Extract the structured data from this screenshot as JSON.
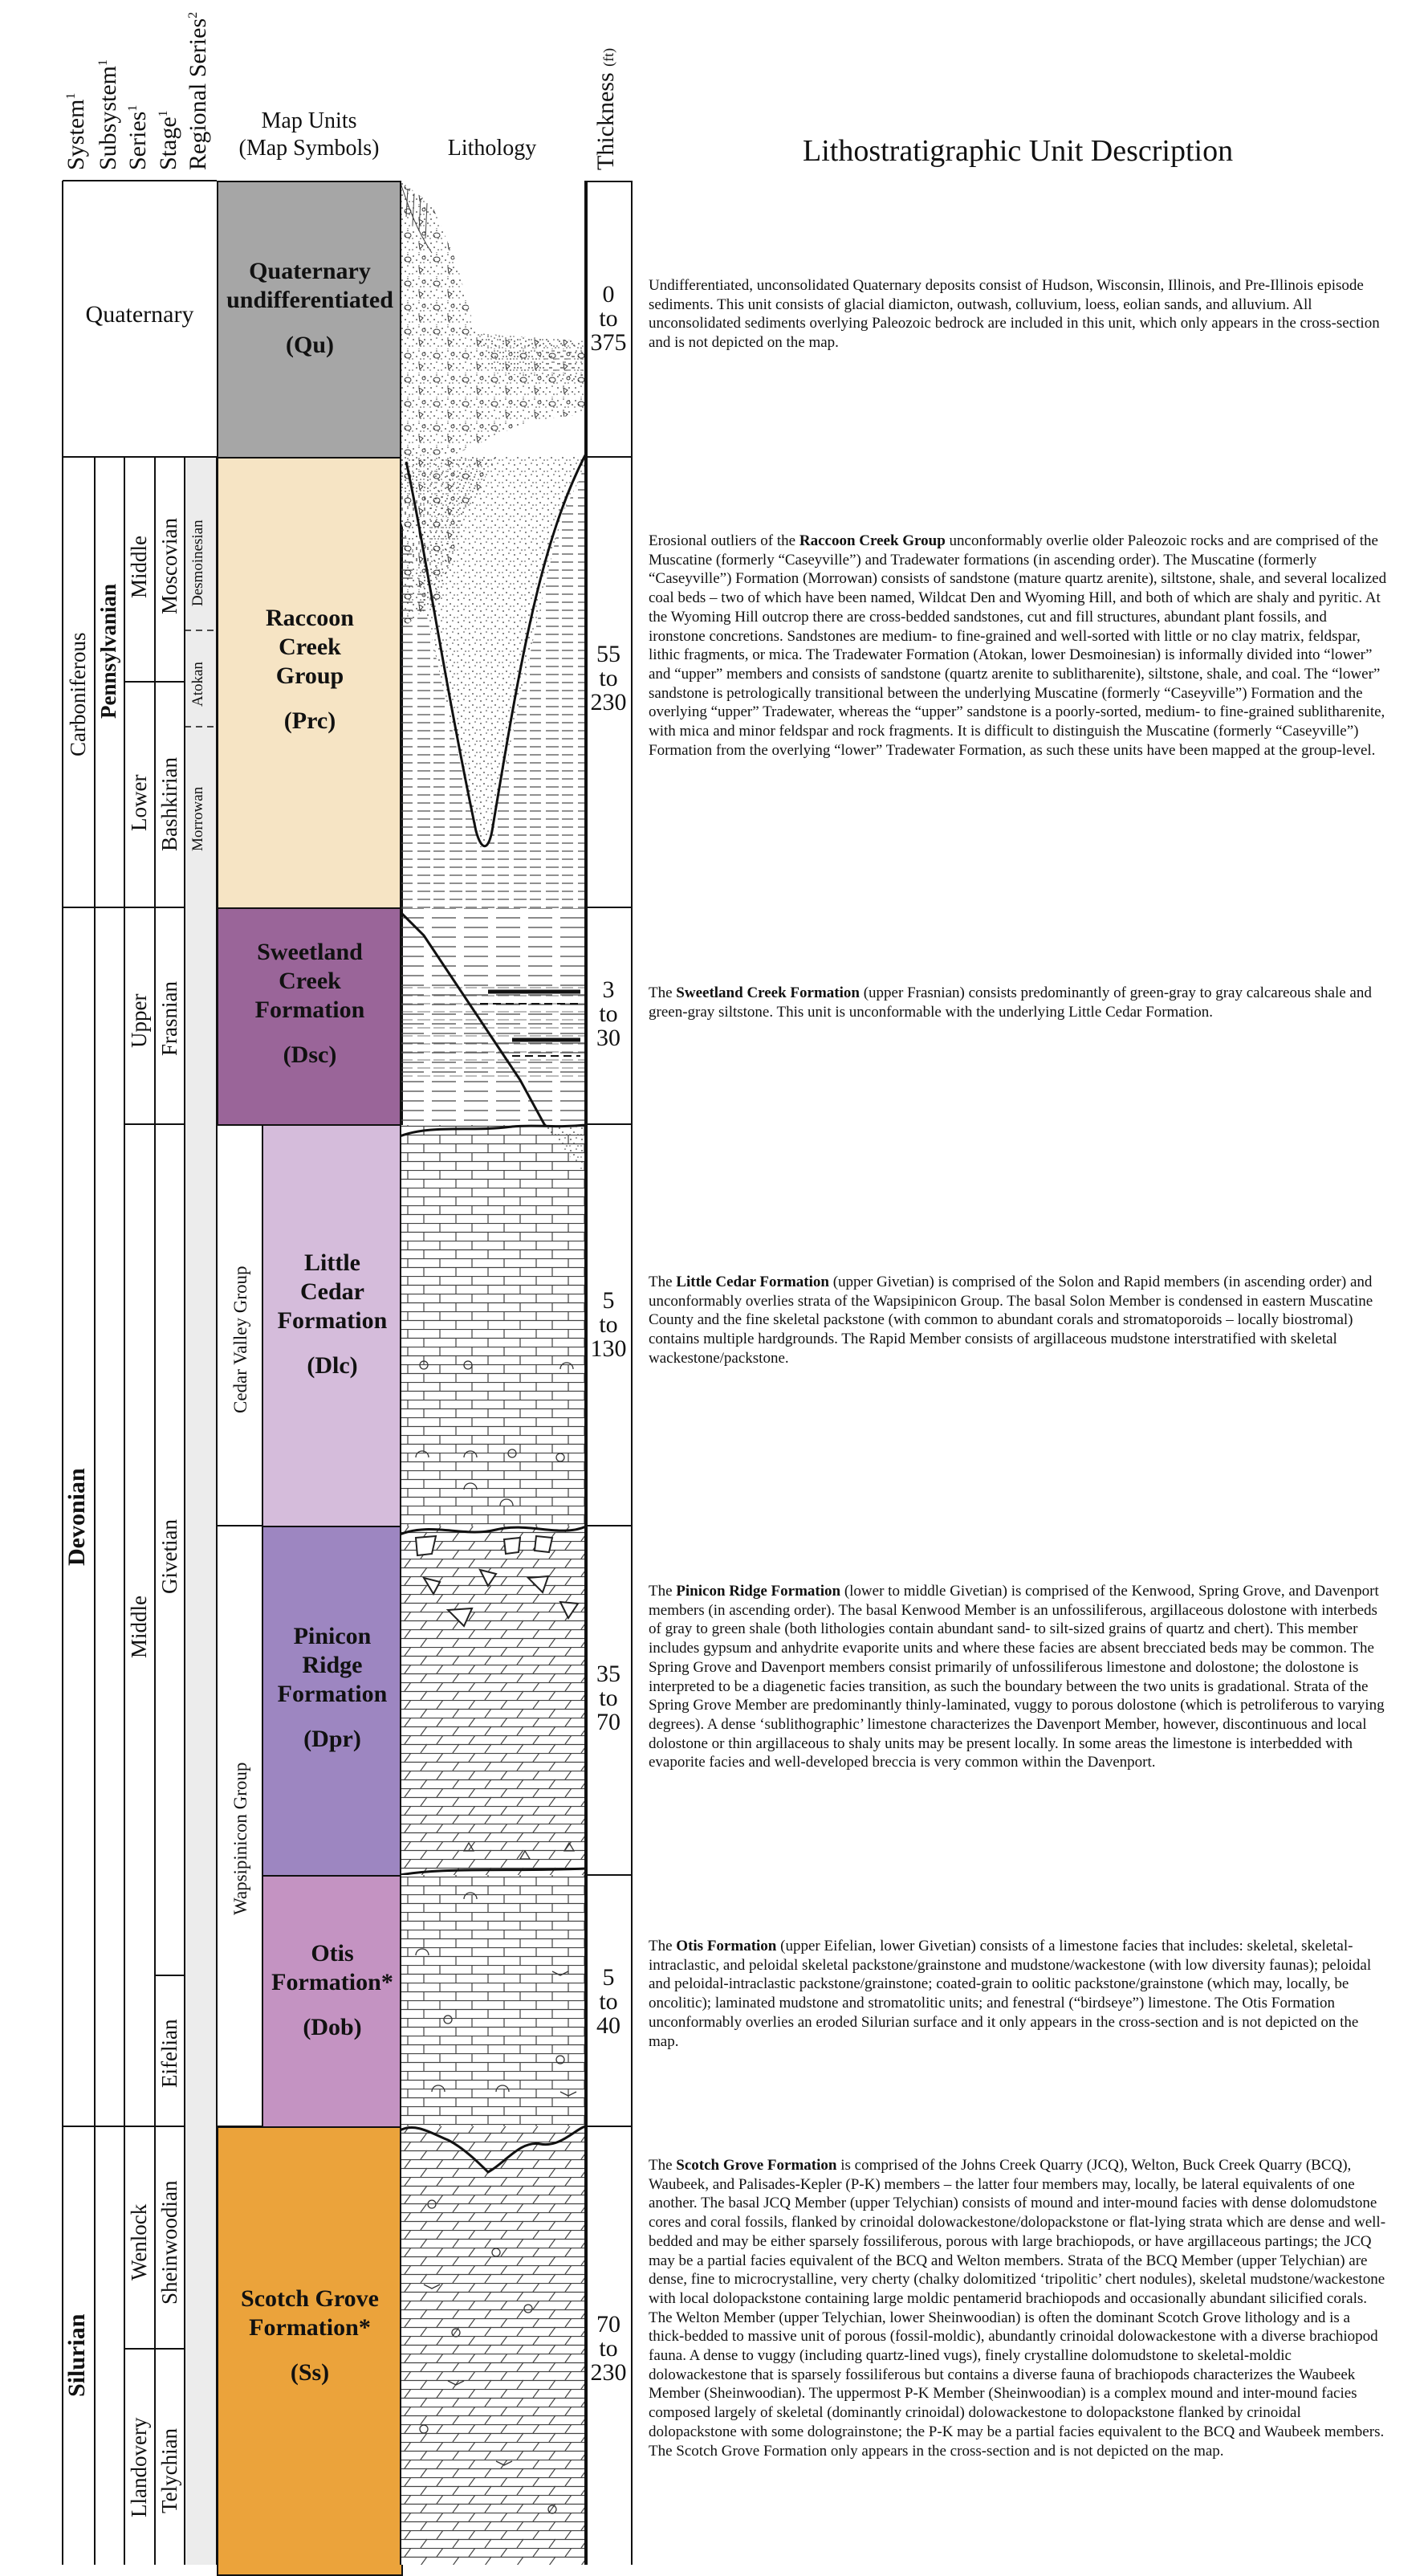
{
  "headers": {
    "system": "System",
    "subsystem": "Subsystem",
    "series": "Series",
    "stage": "Stage",
    "regional_series": "Regional Series",
    "sup1": "1",
    "sup2": "2",
    "map_units": "Map Units",
    "map_symbols": "(Map Symbols)",
    "lithology": "Lithology",
    "thickness": "Thickness",
    "thickness_unit": "(ft)",
    "description": "Lithostratigraphic Unit Description"
  },
  "column_labels": {
    "quaternary": "Quaternary",
    "carboniferous": "Carboniferous",
    "pennsylvanian": "Pennsylvanian",
    "penn_middle": "Middle",
    "penn_lower": "Lower",
    "moscovian": "Moscovian",
    "bashkirian": "Bashkirian",
    "desmoinesian": "Desmoinesian",
    "atokan": "Atokan",
    "morrowan": "Morrowan",
    "devonian": "Devonian",
    "dev_upper": "Upper",
    "dev_middle": "Middle",
    "frasnian": "Frasnian",
    "givetian": "Givetian",
    "eifelian": "Eifelian",
    "cedar_valley": "Cedar Valley Group",
    "wapsipinicon": "Wapsipinicon Group",
    "silurian": "Silurian",
    "wenlock": "Wenlock",
    "llandovery": "Llandovery",
    "sheinwoodian": "Sheinwoodian",
    "telychian": "Telychian"
  },
  "units": {
    "qu": {
      "name1": "Quaternary",
      "name2": "undifferentiated",
      "symbol": "(Qu)",
      "color": "#a6a6a6",
      "th_from": "0",
      "th_to": "to",
      "th_max": "375"
    },
    "prc": {
      "name1": "Raccoon",
      "name2": "Creek",
      "name3": "Group",
      "symbol": "(Prc)",
      "color": "#f6e4c4",
      "th_from": "55",
      "th_to": "to",
      "th_max": "230"
    },
    "dsc": {
      "name1": "Sweetland",
      "name2": "Creek",
      "name3": "Formation",
      "symbol": "(Dsc)",
      "color": "#9a6599",
      "th_from": "3",
      "th_to": "to",
      "th_max": "30"
    },
    "dlc": {
      "name1": "Little",
      "name2": "Cedar",
      "name3": "Formation",
      "symbol": "(Dlc)",
      "color": "#d5bcdb",
      "th_from": "5",
      "th_to": "to",
      "th_max": "130"
    },
    "dpr": {
      "name1": "Pinicon",
      "name2": "Ridge",
      "name3": "Formation",
      "symbol": "(Dpr)",
      "color": "#9d86c1",
      "th_from": "35",
      "th_to": "to",
      "th_max": "70"
    },
    "dob": {
      "name1": "Otis",
      "name2": "Formation*",
      "symbol": "(Dob)",
      "color": "#c493c2",
      "th_from": "5",
      "th_to": "to",
      "th_max": "40"
    },
    "ss": {
      "name1": "Scotch Grove",
      "name2": "Formation*",
      "symbol": "(Ss)",
      "color": "#eba33b",
      "th_from": "70",
      "th_to": "to",
      "th_max": "230"
    }
  },
  "descriptions": {
    "qu": "Undifferentiated, unconsolidated Quaternary deposits consist of Hudson, Wisconsin, Illinois, and Pre-Illinois episode sediments. This unit consists of glacial diamicton, outwash, colluvium, loess, eolian sands, and alluvium. All unconsolidated sediments overlying Paleozoic bedrock are included in this unit, which only appears in the cross-section and is not depicted on the map.",
    "prc_a": "Erosional outliers of the ",
    "prc_b": "Raccoon Creek Group",
    "prc_c": " unconformably overlie older Paleozoic rocks and are comprised of the Muscatine (formerly “Caseyville”) and Tradewater formations (in ascending order). The Muscatine (formerly “Caseyville”) Formation (Morrowan) consists of sandstone (mature quartz arenite), siltstone, shale, and several localized coal beds – two of which have been named, Wildcat Den and Wyoming Hill, and both of which are shaly and pyritic. At the Wyoming Hill outcrop there are cross-bedded sandstones, cut and fill structures, abundant plant fossils, and ironstone concretions. Sandstones are medium- to fine-grained and well-sorted with little or no clay matrix, feldspar, lithic fragments, or mica. The Tradewater Formation (Atokan, lower Desmoinesian) is informally divided into “lower” and “upper” members and consists of sandstone (quartz arenite to sublitharenite), siltstone, shale, and coal. The “lower” sandstone is petrologically transitional between the underlying Muscatine (formerly “Caseyville”) Formation and the overlying “upper” Tradewater, whereas the “upper” sandstone is a poorly-sorted, medium- to fine-grained sublitharenite, with mica and minor feldspar and rock fragments. It is difficult to distinguish the Muscatine (formerly “Caseyville”) Formation from the overlying “lower” Tradewater Formation, as such these units have been mapped at the group-level.",
    "dsc_a": "The ",
    "dsc_b": "Sweetland Creek Formation",
    "dsc_c": " (upper Frasnian) consists predominantly of green-gray to gray calcareous shale and green-gray siltstone. This unit is unconformable with the underlying Little Cedar Formation.",
    "dlc_a": "The ",
    "dlc_b": "Little Cedar Formation",
    "dlc_c": " (upper Givetian) is comprised of the Solon and Rapid members (in ascending order) and unconformably overlies strata of the Wapsipinicon Group. The basal Solon Member is condensed in eastern Muscatine County and the fine skeletal packstone (with common to abundant corals and stromatoporoids – locally biostromal) contains multiple hardgrounds. The Rapid Member consists of argillaceous mudstone interstratified with skeletal wackestone/packstone.",
    "dpr_a": "The ",
    "dpr_b": "Pinicon Ridge Formation",
    "dpr_c": " (lower to middle Givetian) is comprised of the Kenwood, Spring Grove, and Davenport members (in ascending order). The basal Kenwood Member is an unfossiliferous, argillaceous dolostone with interbeds of gray to green shale (both lithologies contain abundant sand- to silt-sized grains of quartz and chert). This member includes gypsum and anhydrite evaporite units and where these facies are absent brecciated beds may be common. The Spring Grove and Davenport members consist primarily of unfossiliferous limestone and dolostone; the dolostone is interpreted to be a diagenetic facies transition, as such the boundary between the two units is gradational. Strata of the Spring Grove Member are predominantly thinly-laminated, vuggy to porous dolostone (which is petroliferous to varying degrees). A dense ‘sublithographic’ limestone characterizes the Davenport Member, however, discontinuous and local dolostone or thin argillaceous to shaly units may be present locally. In some areas the limestone is interbedded with evaporite facies and well-developed breccia is very common within the Davenport.",
    "dob_a": "The ",
    "dob_b": "Otis Formation",
    "dob_c": " (upper Eifelian, lower Givetian) consists of a limestone facies that includes: skeletal, skeletal-intraclastic, and peloidal skeletal packstone/grainstone and mudstone/wackestone (with low diversity faunas); peloidal and peloidal-intraclastic packstone/grainstone; coated-grain to oolitic packstone/grainstone (which may, locally, be oncolitic); laminated mudstone and stromatolitic units; and fenestral (“birdseye”) limestone. The Otis Formation unconformably overlies an eroded Silurian surface and it only appears in the cross-section and is not depicted on the map.",
    "ss_a": "The ",
    "ss_b": "Scotch Grove Formation",
    "ss_c": " is comprised of the Johns Creek Quarry (JCQ), Welton, Buck Creek Quarry (BCQ), Waubeek, and Palisades-Kepler (P-K) members – the latter four members may, locally, be lateral equivalents of one another. The basal JCQ Member (upper Telychian) consists of mound and inter-mound facies with dense dolomudstone cores and coral fossils, flanked by crinoidal dolowackestone/dolopackstone or flat-lying strata which are dense and well-bedded and may be either sparsely fossiliferous, porous with large brachiopods, or have argillaceous partings; the JCQ may be a partial facies equivalent of the BCQ and Welton members. Strata of the BCQ Member (upper Telychian) are dense, fine to microcrystalline, very cherty (chalky dolomitized ‘tripolitic’ chert nodules), skeletal mudstone/wackestone with local dolopackstone containing large moldic pentamerid brachiopods and occasionally abundant silicified corals. The Welton Member (upper Telychian, lower Sheinwoodian) is often the dominant Scotch Grove lithology and is a thick-bedded to massive unit of porous (fossil-moldic), abundantly crinoidal dolowackestone with a diverse brachiopod fauna. A dense to vuggy (including quartz-lined vugs), finely crystalline dolomudstone to skeletal-moldic dolowackestone that is sparsely fossiliferous but contains a diverse fauna of brachiopods characterizes the Waubeek Member (Sheinwoodian). The uppermost P-K Member (Sheinwoodian) is a complex mound and inter-mound facies composed largely of skeletal (dominantly crinoidal) dolowackestone to dolopackstone flanked by crinoidal dolopackstone with some dolograinstone; the P-K may be a partial facies equivalent to the BCQ and Waubeek members. The Scotch Grove Formation only appears in the cross-section and is not depicted on the map."
  }
}
